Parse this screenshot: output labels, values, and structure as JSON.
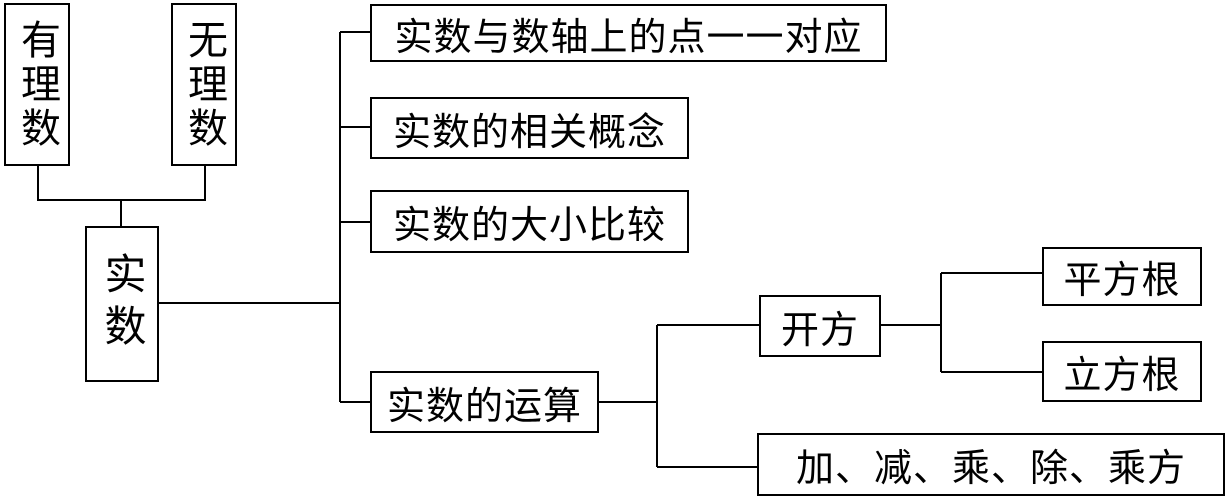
{
  "nodes": {
    "rational": "有理数",
    "irrational": "无理数",
    "real": "实数",
    "correspondence": "实数与数轴上的点一一对应",
    "concepts": "实数的相关概念",
    "compare": "实数的大小比较",
    "operations": "实数的运算",
    "root": "开方",
    "square_root": "平方根",
    "cube_root": "立方根",
    "arithmetic": "加、减、乘、除、乘方"
  },
  "colors": {
    "line": "#000000",
    "box_border": "#000000",
    "background": "#ffffff"
  }
}
